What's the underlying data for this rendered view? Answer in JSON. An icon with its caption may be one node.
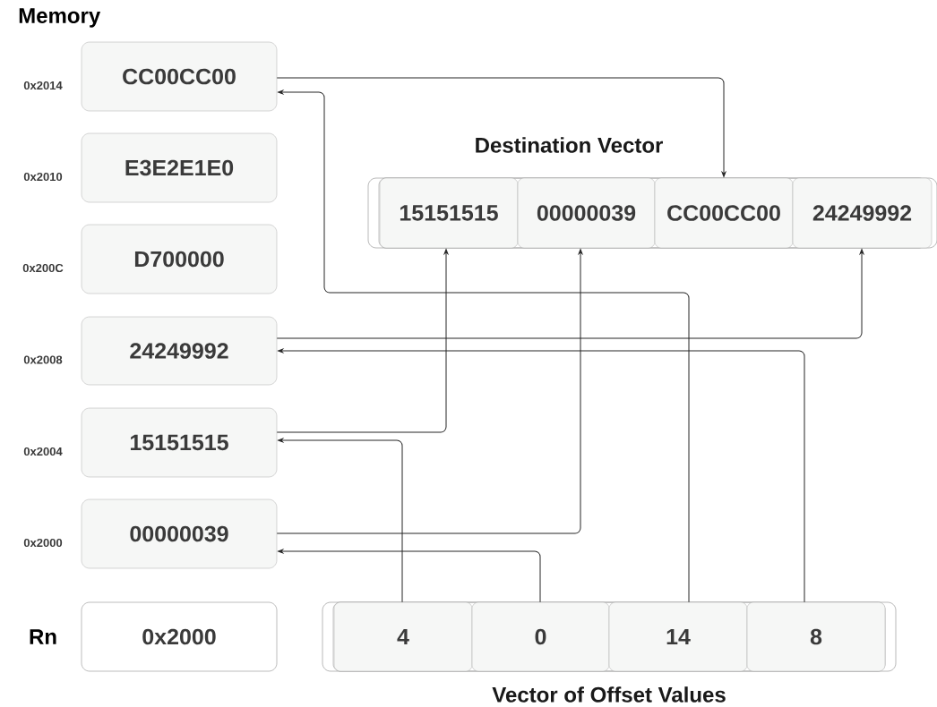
{
  "diagram": {
    "nodes": [
      {
        "text": [
          "CC00CC00"
        ],
        "beside": [
          "0x2014"
        ]
      },
      {
        "text": [
          "E3E2E1E0"
        ],
        "beside": [
          "0x2010"
        ]
      },
      {
        "text": [
          "D700000"
        ],
        "beside": [
          "0x200C"
        ]
      },
      {
        "text": [
          "24249992"
        ],
        "beside": [
          "0x2008"
        ]
      },
      {
        "text": [
          "15151515"
        ],
        "beside": [
          "0x2004"
        ]
      },
      {
        "text": [
          "00000039"
        ],
        "beside": [
          "0x2000"
        ]
      },
      {
        "text": [
          "0x2000"
        ],
        "beside": [
          "Rn"
        ]
      },
      {
        "text": [
          "Destination Vector"
        ]
      },
      {
        "text": [
          "15151515"
        ],
        "in": 7
      },
      {
        "text": [
          "00000039"
        ],
        "in": 7
      },
      {
        "text": [
          "CC00CC00"
        ],
        "in": 7
      },
      {
        "text": [
          "24249992"
        ],
        "in": 7
      },
      {
        "text": [
          "Vector of Offset Values"
        ]
      },
      {
        "text": [
          "4"
        ],
        "in": 12
      },
      {
        "text": [
          "0"
        ],
        "in": 12
      },
      {
        "text": [
          "14"
        ],
        "in": 12
      },
      {
        "text": [
          "8"
        ],
        "in": 12
      }
    ],
    "edges": [
      {
        "from": 0,
        "to": 10,
        "arrow": "to"
      },
      {
        "from": 15,
        "to": 0,
        "arrow": "to"
      },
      {
        "from": 3,
        "to": 11,
        "arrow": "to"
      },
      {
        "from": 16,
        "to": 3,
        "arrow": "to"
      },
      {
        "from": 4,
        "to": 8,
        "arrow": "to"
      },
      {
        "from": 13,
        "to": 4,
        "arrow": "to"
      },
      {
        "from": 5,
        "to": 9,
        "arrow": "to"
      },
      {
        "from": 14,
        "to": 5,
        "arrow": "to"
      }
    ],
    "labels": [
      "Memory"
    ]
  }
}
